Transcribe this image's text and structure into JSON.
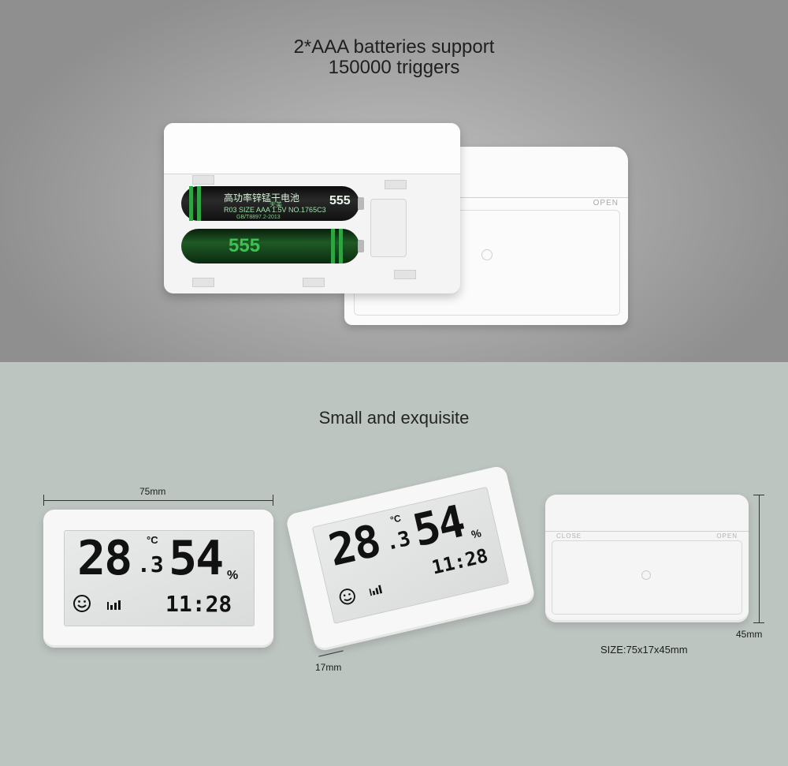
{
  "battery_section": {
    "headline_line1": "2*AAA batteries support",
    "headline_line2": "150000 triggers",
    "battery1": {
      "title": "高功率锌锰干电池",
      "sub": "天美",
      "spec": "R03 SIZE AAA 1.5V NO.1765C3",
      "standard": "GB/T8897.2-2013",
      "logo": "555"
    },
    "battery2": {
      "logo": "555"
    },
    "cover_label": "OPEN"
  },
  "size_section": {
    "headline": "Small and exquisite",
    "width_label": "75mm",
    "depth_label": "17mm",
    "height_label": "45mm",
    "size_caption": "SIZE:75x17x45mm",
    "display": {
      "temp_int": "28",
      "temp_dec": ".3",
      "temp_unit": "°C",
      "humidity": "54",
      "humidity_unit": "%",
      "time": "11:28"
    },
    "back_labels": {
      "left": "CLOSE",
      "right": "OPEN"
    }
  }
}
